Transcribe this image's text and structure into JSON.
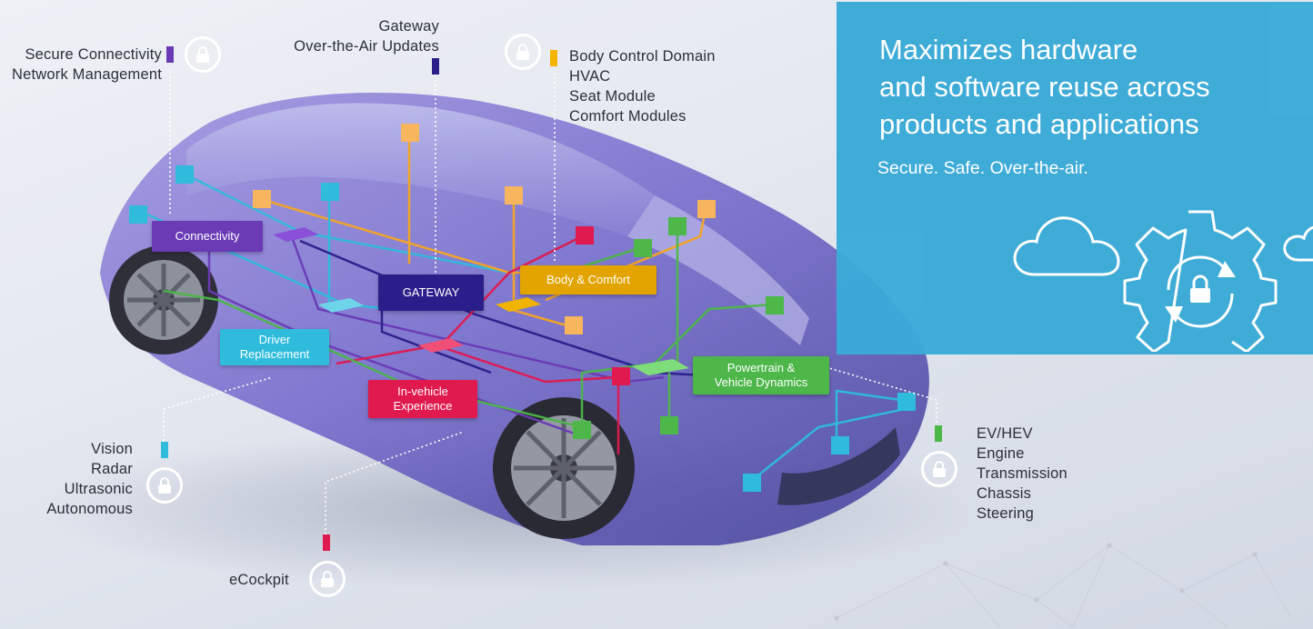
{
  "callouts": {
    "secure_connectivity": [
      "Secure Connectivity",
      "Network Management"
    ],
    "gateway": [
      "Gateway",
      "Over-the-Air Updates"
    ],
    "body_control": [
      "Body Control Domain",
      "HVAC",
      "Seat Module",
      "Comfort Modules"
    ],
    "sensors": [
      "Vision",
      "Radar",
      "Ultrasonic",
      "Autonomous"
    ],
    "ecockpit": "eCockpit",
    "powertrain": [
      "EV/HEV",
      "Engine",
      "Transmission",
      "Chassis",
      "Steering"
    ]
  },
  "domains": {
    "connectivity": "Connectivity",
    "gateway": "GATEWAY",
    "body_comfort": "Body & Comfort",
    "driver_replacement": [
      "Driver",
      "Replacement"
    ],
    "in_vehicle": [
      "In-vehicle",
      "Experience"
    ],
    "powertrain": [
      "Powertrain &",
      "Vehicle Dynamics"
    ]
  },
  "panel": {
    "title": [
      "Maximizes hardware",
      "and software reuse across",
      "products and applications"
    ],
    "subtitle": "Secure. Safe. Over-the-air."
  },
  "colors": {
    "connectivity": "#6a3bb5",
    "gateway": "#2a1f8a",
    "body": "#e3a400",
    "driver": "#2fbcdc",
    "in_vehicle": "#e0194f",
    "powertrain": "#4db749",
    "panel": "#3aabd8"
  },
  "icons": [
    "lock-icon",
    "cloud-icon",
    "gear-sync-icon"
  ]
}
